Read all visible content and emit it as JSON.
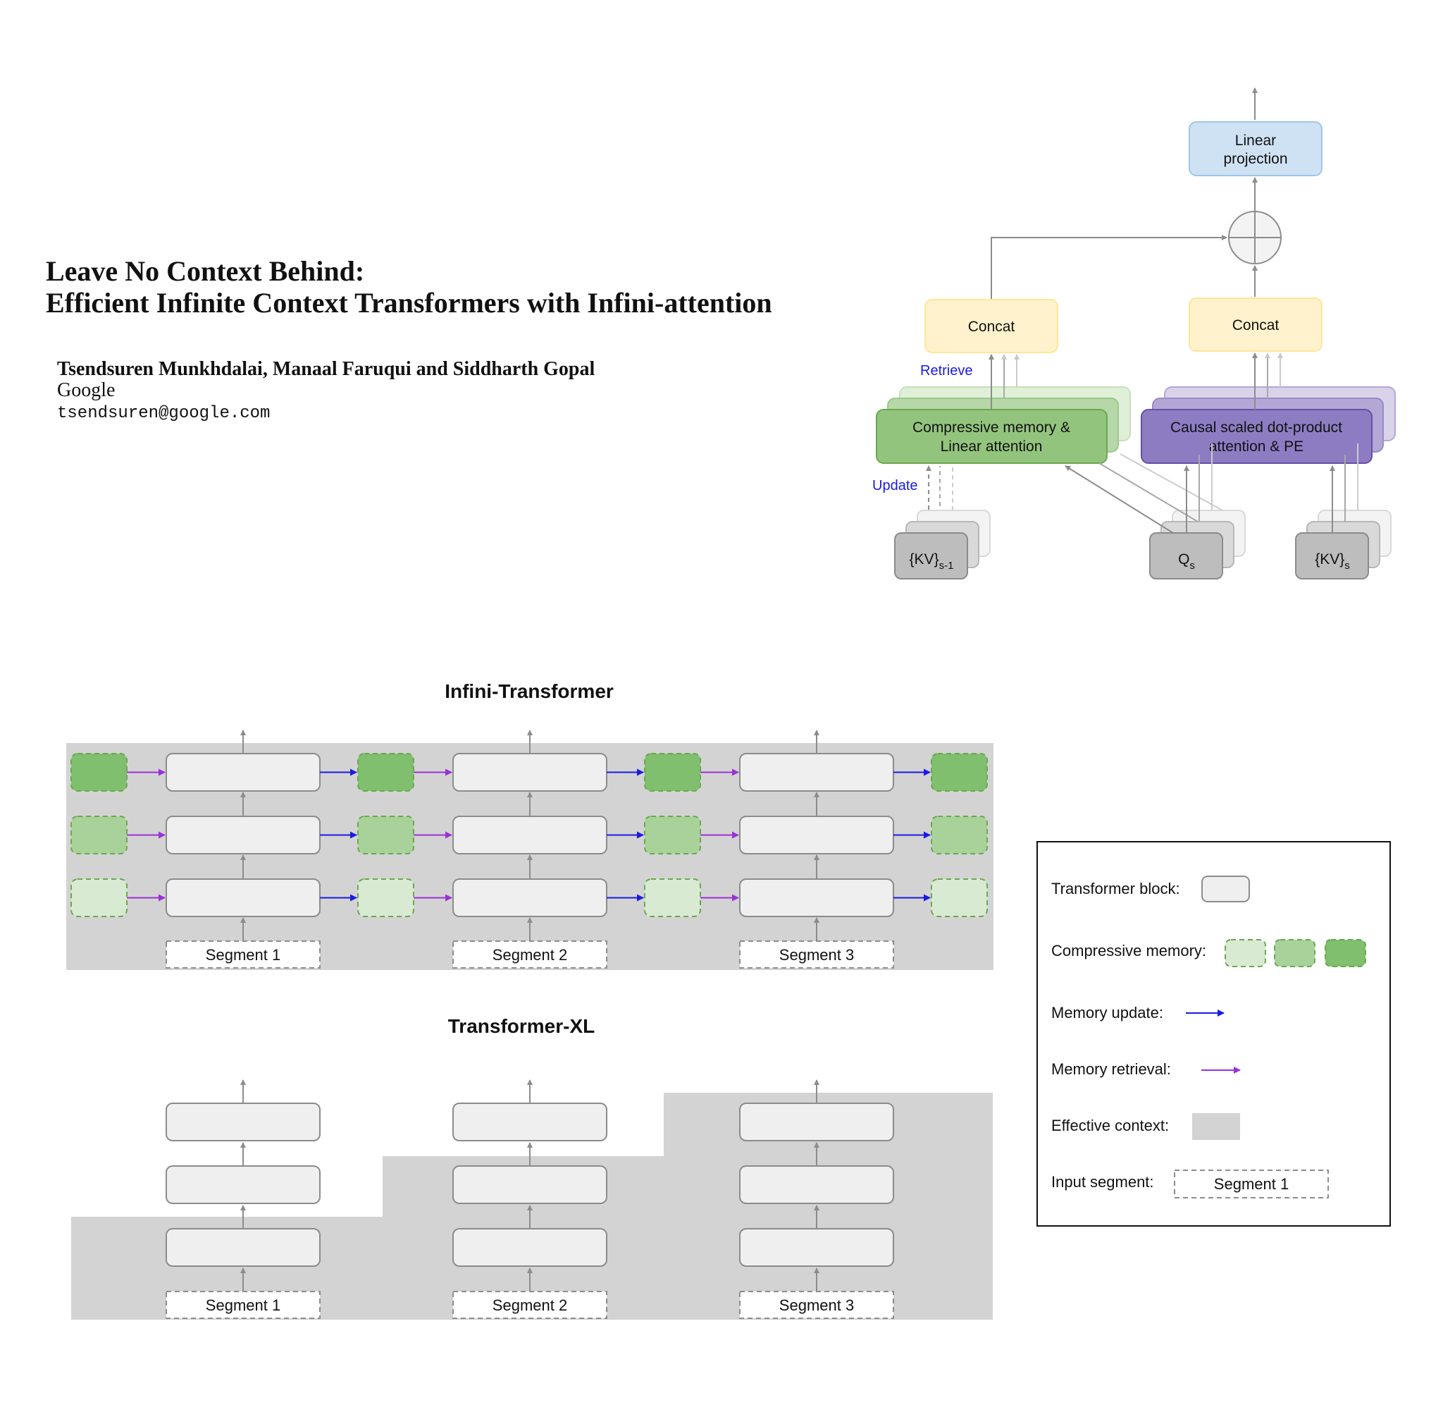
{
  "paper": {
    "title_line1": "Leave No Context Behind:",
    "title_line2": "Efficient Infinite Context Transformers with Infini-attention",
    "authors": "Tsendsuren Munkhdalai, Manaal Faruqui and Siddharth Gopal",
    "affiliation": "Google",
    "email": "tsendsuren@google.com"
  },
  "attention_diagram": {
    "linear_projection_line1": "Linear",
    "linear_projection_line2": "projection",
    "concat_left": "Concat",
    "concat_right": "Concat",
    "retrieve_label": "Retrieve",
    "update_label": "Update",
    "memory_block_line1": "Compressive memory &",
    "memory_block_line2": "Linear attention",
    "causal_block_line1": "Causal scaled dot-product",
    "causal_block_line2": "attention & PE",
    "kv_prev": "{KV}",
    "kv_prev_sub": "s-1",
    "q": "Q",
    "q_sub": "s",
    "kv_cur": "{KV}",
    "kv_cur_sub": "s"
  },
  "infini_transformer": {
    "title": "Infini-Transformer",
    "segments": [
      "Segment 1",
      "Segment 2",
      "Segment 3"
    ]
  },
  "transformer_xl": {
    "title": "Transformer-XL",
    "segments": [
      "Segment 1",
      "Segment 2",
      "Segment 3"
    ]
  },
  "legend": {
    "transformer_block": "Transformer block:",
    "compressive_memory": "Compressive memory:",
    "memory_update": "Memory update:",
    "memory_retrieval": "Memory retrieval:",
    "effective_context": "Effective context:",
    "input_segment": "Input segment:",
    "input_segment_example": "Segment 1"
  },
  "colors": {
    "memory_light": "#d9ead3",
    "memory_mid": "#a9d29b",
    "memory_dark": "#7fbf6e",
    "update_arrow": "#1a1ae6",
    "retrieval_arrow": "#9b30d9",
    "context_gray": "#d3d3d3",
    "block_fill": "#efefef",
    "linear_projection": "#cfe2f3",
    "concat": "#fff2cc",
    "memory_block": "#93c47d",
    "causal_block": "#8e7cc3",
    "kv_block": "#bdbdbd"
  }
}
